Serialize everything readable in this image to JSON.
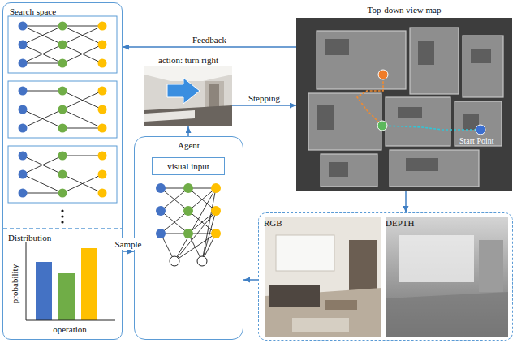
{
  "diagram": {
    "nodes": [
      {
        "text": [
          "Search space"
        ]
      },
      {
        "text": [
          "Top-down view map"
        ]
      },
      {
        "text": [
          "action: turn right"
        ]
      },
      {
        "text": [
          "Agent"
        ]
      },
      {
        "text": [
          "visual input"
        ],
        "in": 3
      },
      {
        "text": [
          "RGB",
          "DEPTH"
        ]
      }
    ],
    "edges": [
      {
        "from": 1,
        "to": 0,
        "arrow": "to",
        "label": "Feedback"
      },
      {
        "from": 0,
        "to": 3,
        "arrow": "to",
        "label": "Sample"
      },
      {
        "from": 3,
        "to": 2,
        "arrow": "to"
      },
      {
        "from": 2,
        "to": 1,
        "arrow": "to",
        "label": "Stepping"
      },
      {
        "from": 1,
        "to": 5,
        "arrow": "to"
      },
      {
        "from": 5,
        "to": 3,
        "arrow": "to"
      }
    ],
    "labels": [
      "Distribution",
      "probability",
      "operation",
      "Start Point"
    ]
  }
}
